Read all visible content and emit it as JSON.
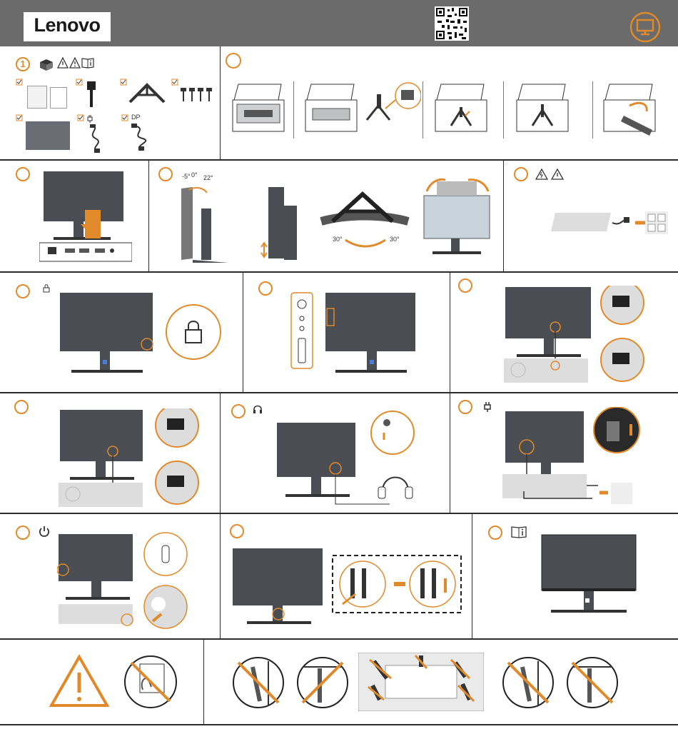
{
  "header": {
    "brand": "Lenovo",
    "monitor_icon": "monitor-icon",
    "qr_icon": "qr-code-icon"
  },
  "sections": {
    "unbox": {
      "step": "1",
      "icons": [
        "box-icon",
        "warning-icon",
        "warning-icon",
        "info-book-icon"
      ],
      "dp_label": "DP"
    },
    "tilt": {
      "angles": [
        "-5°",
        "0°",
        "22°"
      ],
      "swivel": [
        "30°",
        "30°"
      ]
    },
    "headphone": {
      "icon": "headphone-icon"
    },
    "power": {
      "icon": "plug-icon"
    },
    "power_on": {
      "icon": "power-icon"
    },
    "manual": {
      "icon": "info-book-icon"
    },
    "lock": {
      "icon": "lock-icon"
    }
  },
  "colors": {
    "accent": "#e08a2c",
    "header": "#6b6b6b",
    "monitor": "#4a4d52"
  }
}
